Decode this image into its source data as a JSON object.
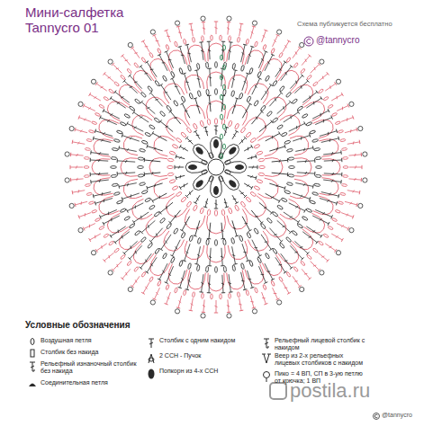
{
  "diagram": {
    "title": "Мини-салфетка Tannycro 01",
    "labels": [
      "Схема публикуется бесплатно",
      "@tannycro",
      "Условные обозначения",
      "postila.ru",
      "@tannycro"
    ],
    "legend": [
      {
        "text": "Воздушная петля"
      },
      {
        "text": "Столбик без накида"
      },
      {
        "text": "Рельефный изнаночный столбик без накида"
      },
      {
        "text": "Соединительная петля"
      },
      {
        "text": "Столбик с одним накидом"
      },
      {
        "text": "2 ССН - Пучок"
      },
      {
        "text": "Попкорн из 4-х ССН"
      },
      {
        "text": "Рельефный лицевой столбик с накидом"
      },
      {
        "text": "Веер из 2-х рельефных лицевых столбиков с накидом"
      },
      {
        "text": "Пико = 4 ВП, СП в 3-ую петлю от крючка; 1 ВП"
      }
    ]
  }
}
